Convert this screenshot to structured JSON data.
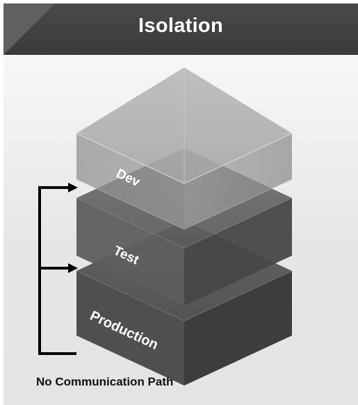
{
  "title": "Isolation",
  "layers": {
    "dev": "Dev",
    "test": "Test",
    "production": "Production"
  },
  "caption": "No Communication Path",
  "colors": {
    "title_bar": "#444444",
    "dev_layer": "#a9a9a9",
    "test_layer": "#5f5f5f",
    "production_layer": "#555555",
    "arrow": "#000000"
  }
}
